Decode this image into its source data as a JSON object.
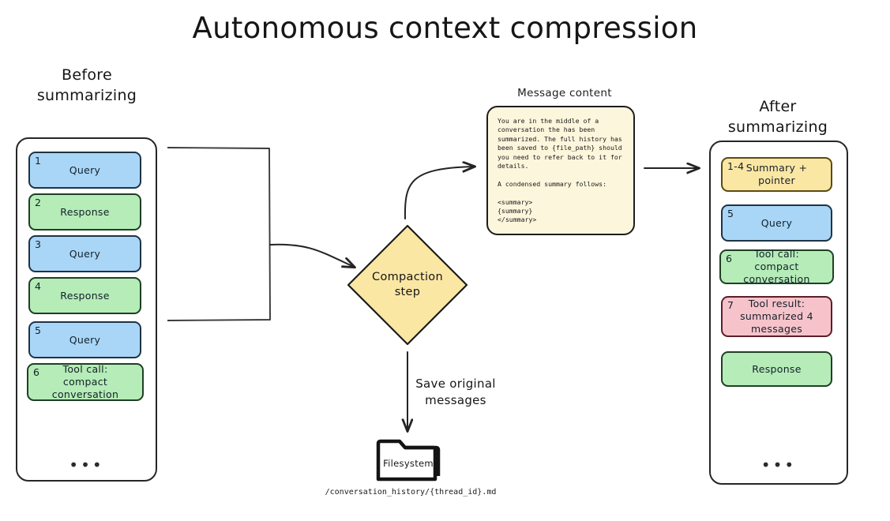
{
  "title": "Autonomous context compression",
  "colors": {
    "blue": "#a9d6f7",
    "green": "#b5ecb7",
    "yellow": "#fbe7a4",
    "pink": "#f7c3cb",
    "note": "#fcf6dc",
    "ink": "#1c1c1c"
  },
  "before": {
    "heading_line1": "Before",
    "heading_line2": "summarizing",
    "ellipsis": "•••",
    "messages": [
      {
        "num": "1",
        "label": "Query",
        "color": "blue"
      },
      {
        "num": "2",
        "label": "Response",
        "color": "green"
      },
      {
        "num": "3",
        "label": "Query",
        "color": "blue"
      },
      {
        "num": "4",
        "label": "Response",
        "color": "green"
      },
      {
        "num": "5",
        "label": "Query",
        "color": "blue"
      },
      {
        "num": "6",
        "label": "Tool call:\ncompact conversation",
        "color": "green"
      }
    ]
  },
  "after": {
    "heading_line1": "After",
    "heading_line2": "summarizing",
    "ellipsis": "•••",
    "messages": [
      {
        "num": "1-4",
        "label": "Summary +\npointer",
        "color": "yellow"
      },
      {
        "num": "5",
        "label": "Query",
        "color": "blue"
      },
      {
        "num": "6",
        "label": "Tool call:\ncompact conversation",
        "color": "green"
      },
      {
        "num": "7",
        "label": "Tool result:\nsummarized 4\nmessages",
        "color": "pink"
      },
      {
        "num": "",
        "label": "Response",
        "color": "green"
      }
    ]
  },
  "compaction": {
    "label_line1": "Compaction",
    "label_line2": "step"
  },
  "message_content": {
    "label": "Message content",
    "body": "You are in the middle of a\nconversation the has been\nsummarized. The full history has\nbeen saved to {file_path} should\nyou need to refer back to it for\ndetails.\n\nA condensed summary follows:\n\n<summary>\n{summary}\n</summary>"
  },
  "filesystem": {
    "save_label_line1": "Save original",
    "save_label_line2": "messages",
    "node_label": "Filesystem",
    "path": "/conversation_history/{thread_id}.md"
  }
}
